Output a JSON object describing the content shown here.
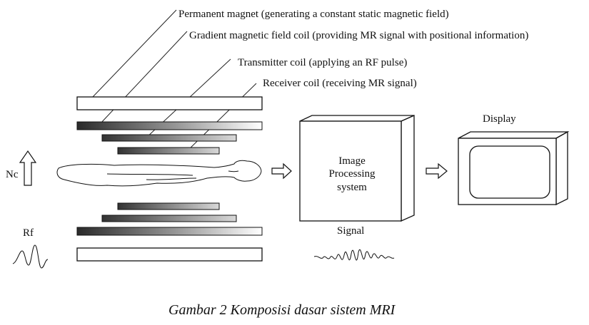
{
  "labels": {
    "permanent_magnet": "Permanent magnet (generating a constant static magnetic field)",
    "gradient_coil": "Gradient magnetic field coil (providing MR signal with positional information)",
    "transmitter_coil": "Transmitter coil (applying an RF pulse)",
    "receiver_coil": "Receiver coil (receiving MR signal)",
    "nc": "Nc",
    "rf": "Rf",
    "display": "Display",
    "signal": "Signal",
    "image_processing": [
      "Image",
      "Processing",
      "system"
    ]
  },
  "caption": "Gambar 2 Komposisi dasar sistem MRI",
  "colors": {
    "gradient_dark": "#2a2a2a",
    "gradient_light": "#ffffff",
    "line": "#111111"
  }
}
